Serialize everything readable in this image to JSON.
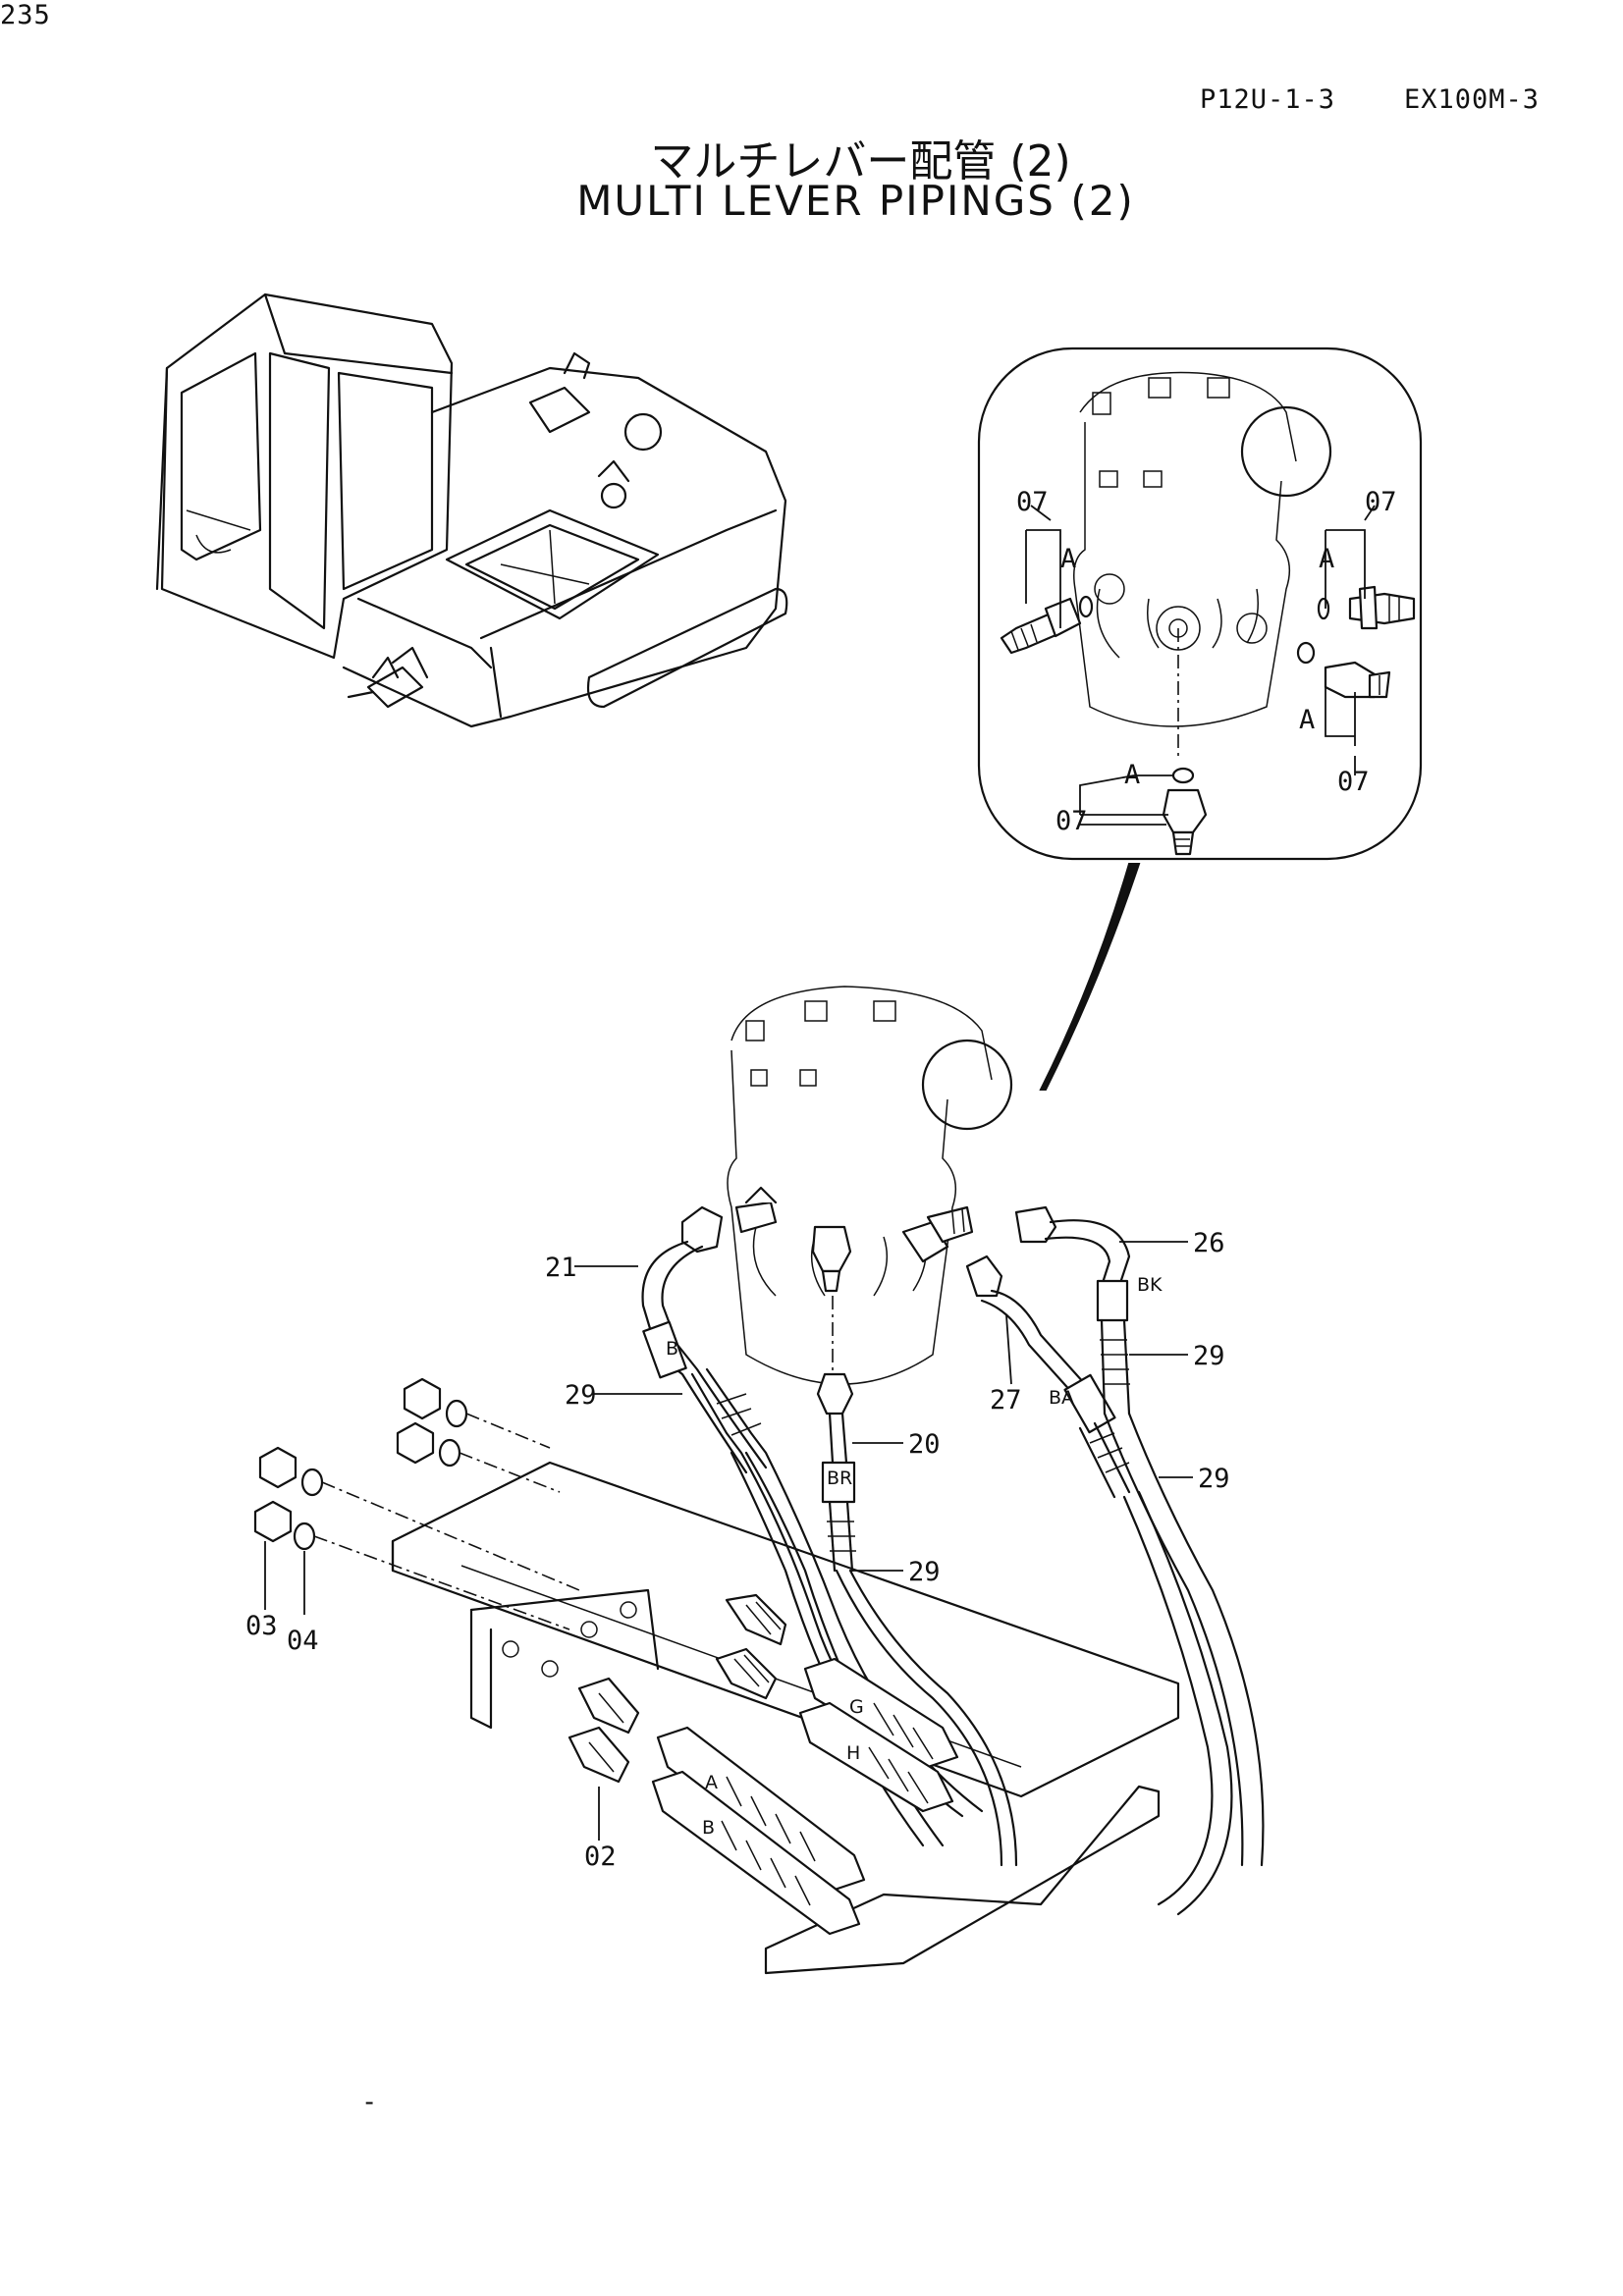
{
  "header": {
    "page_number": "235",
    "ref_code": "P12U-1-3",
    "model": "EX100M-3"
  },
  "title": {
    "japanese": "マルチレバー配管 (2)",
    "english": "MULTI LEVER PIPINGS (2)"
  },
  "callouts": {
    "p02": "02",
    "p03": "03",
    "p04": "04",
    "p07a": "07",
    "p07b": "07",
    "p07c": "07",
    "p07d": "07",
    "p20": "20",
    "p21": "21",
    "p26": "26",
    "p27": "27",
    "p29a": "29",
    "p29b": "29",
    "p29c": "29",
    "p29d": "29"
  },
  "port_marks": {
    "a1": "A",
    "a2": "A",
    "a3": "A",
    "a4": "A",
    "hose_b": "B",
    "hose_br": "BR",
    "hose_ba": "BA",
    "hose_bk": "BK",
    "fit_g": "G",
    "fit_h": "H",
    "fit_a": "A",
    "fit_b": "B"
  },
  "footer": {
    "mark": "-"
  }
}
